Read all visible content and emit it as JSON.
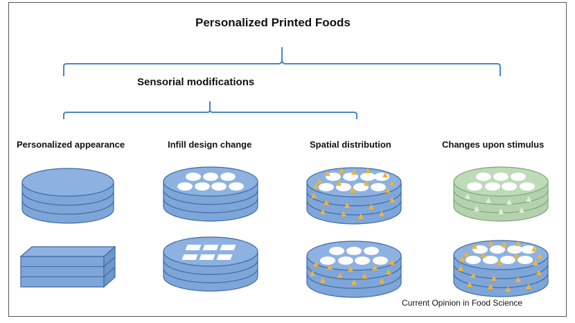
{
  "title": "Personalized Printed Foods",
  "subtitle": "Sensorial modifications",
  "categories": [
    {
      "id": "appearance",
      "label": "Personalized appearance"
    },
    {
      "id": "infill",
      "label": "Infill design change"
    },
    {
      "id": "spatial",
      "label": "Spatial distribution"
    },
    {
      "id": "stimulus",
      "label": "Changes upon stimulus"
    }
  ],
  "source": "Current Opinion in Food Science",
  "colors": {
    "bracket": "#4a86c5",
    "disk_fill": "#7fa6d8",
    "disk_top": "#8db1e0",
    "disk_stroke": "#3d6aa6",
    "green_fill": "#b5d2ae",
    "green_stroke": "#7ea676",
    "accent_triangle": "#f2b233",
    "hole": "#ffffff"
  }
}
